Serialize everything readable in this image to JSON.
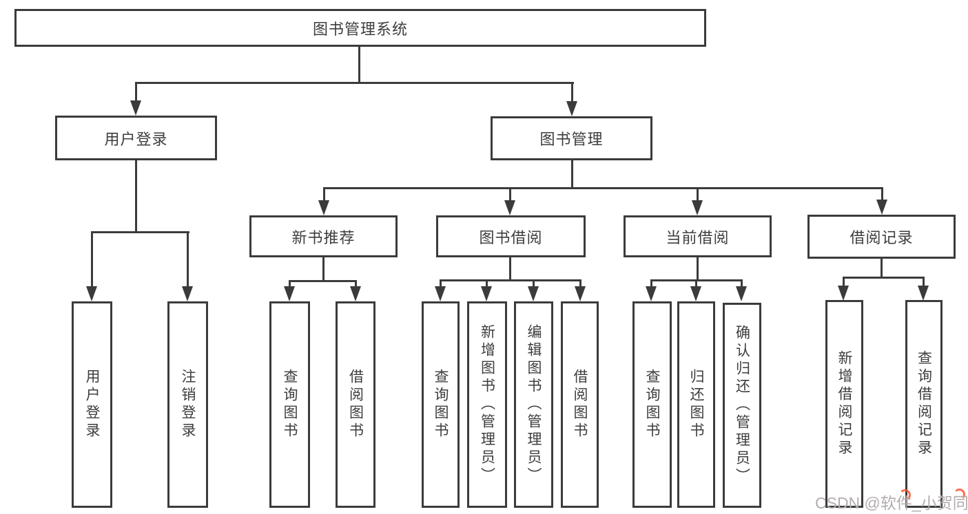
{
  "title": "图书管理系统",
  "watermark": "CSDN @软件_小贺同学",
  "colors": {
    "line": "#3b3b3b",
    "text": "#3d3d3d",
    "watermark": "#b3adad",
    "watermark_accent": "#fc5531",
    "background": "#ffffff"
  },
  "nodes": {
    "root": "图书管理系统",
    "login": "用户登录",
    "management": "图书管理"
  },
  "login_children": [
    "用户登录",
    "注销登录"
  ],
  "management_sections": [
    {
      "label": "新书推荐",
      "children": [
        "查询图书",
        "借阅图书"
      ]
    },
    {
      "label": "图书借阅",
      "children": [
        "查询图书",
        "新增图书（管理员）",
        "编辑图书（管理员）",
        "借阅图书"
      ]
    },
    {
      "label": "当前借阅",
      "children": [
        "查询图书",
        "归还图书",
        "确认归还（管理员）"
      ]
    },
    {
      "label": "借阅记录",
      "children": [
        "新增借阅记录",
        "查询借阅记录"
      ]
    }
  ]
}
